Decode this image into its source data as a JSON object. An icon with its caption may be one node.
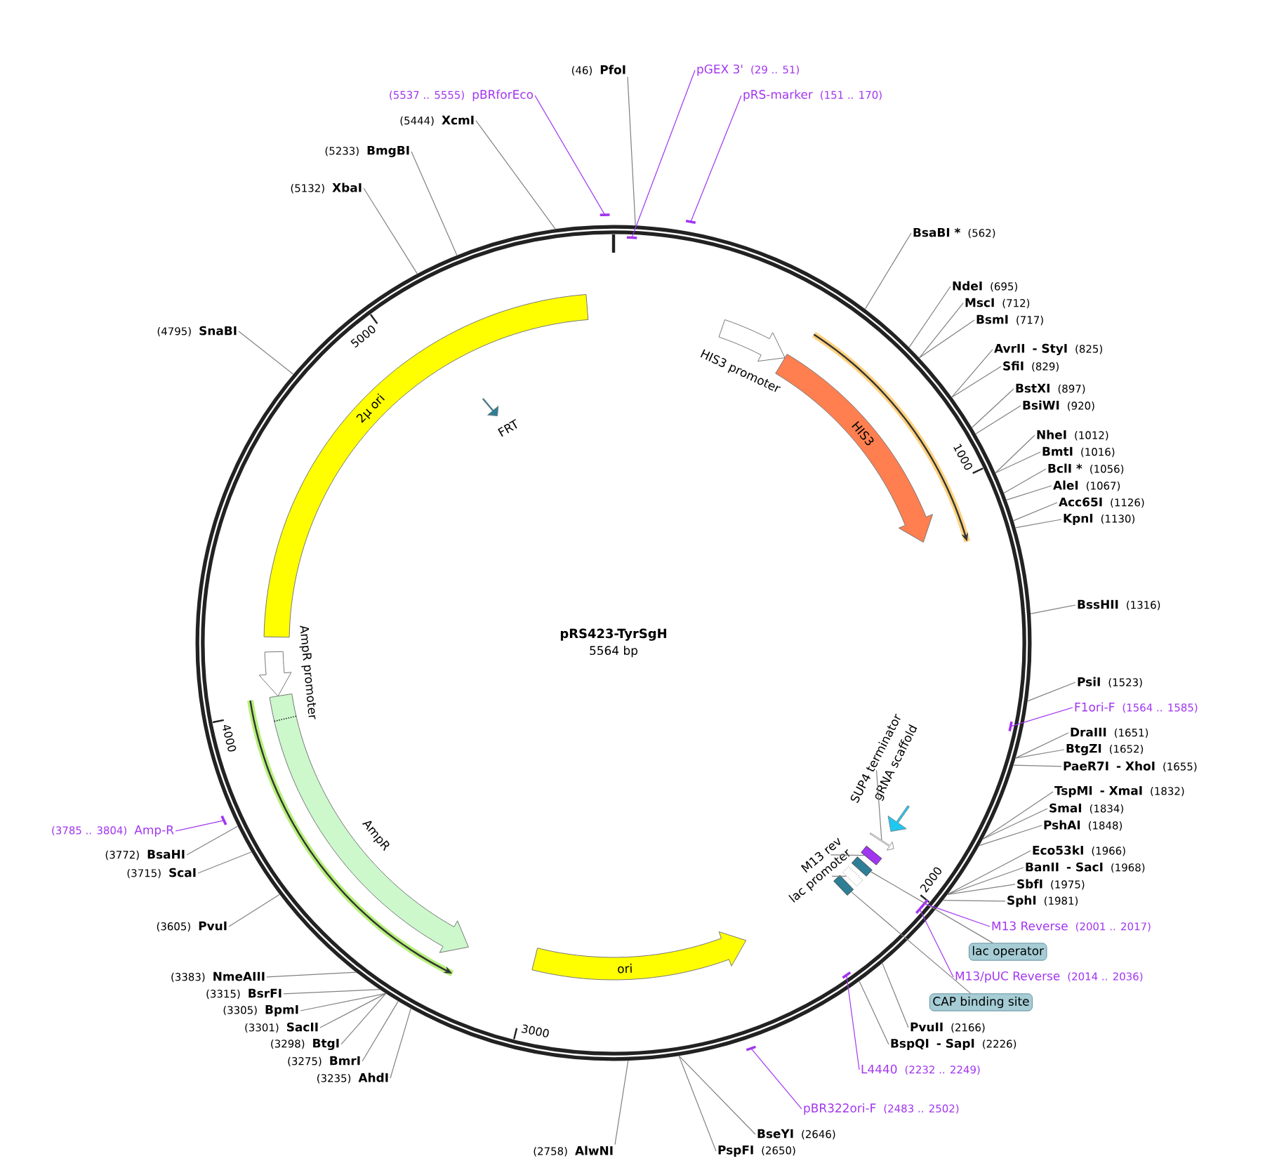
{
  "diagram": {
    "nodes": [
      {
        "text": [
          "pRS423-TyrSgH",
          "5564 bp"
        ]
      },
      {
        "text": [
          "HIS3 promoter"
        ],
        "in": 0
      },
      {
        "text": [
          "HIS3"
        ],
        "in": 0
      },
      {
        "text": [
          "FRT"
        ],
        "in": 0
      },
      {
        "text": [
          "2μ ori"
        ],
        "in": 0
      },
      {
        "text": [
          "AmpR promoter"
        ],
        "in": 0
      },
      {
        "text": [
          "AmpR"
        ],
        "in": 0
      },
      {
        "text": [
          "ori"
        ],
        "in": 0
      },
      {
        "text": [
          "gRNA scaffold"
        ],
        "in": 0
      },
      {
        "text": [
          "SUP4 terminator"
        ],
        "in": 0
      },
      {
        "text": [],
        "shape": "arrow",
        "in": 0
      },
      {
        "text": [
          "M13 rev"
        ],
        "in": 0
      },
      {
        "text": [],
        "shape": "box",
        "in": 0
      },
      {
        "text": [
          "lac promoter"
        ],
        "in": 0
      },
      {
        "text": [],
        "shape": "box",
        "in": 0
      },
      {
        "text": [],
        "shape": "box",
        "in": 0
      },
      {
        "text": [],
        "shape": "box",
        "in": 0
      },
      {
        "text": [
          "lac operator"
        ]
      },
      {
        "text": [
          "CAP binding site"
        ]
      },
      {
        "text": [
          "(46)",
          "PfoI"
        ]
      },
      {
        "text": [
          "pGEX 3'",
          "(29 .. 51)"
        ]
      },
      {
        "text": [
          "(5537 .. 5555)",
          "pBRforEco"
        ]
      },
      {
        "text": [
          "(5444)",
          "XcmI"
        ]
      },
      {
        "text": [
          "pRS-marker",
          "(151 .. 170)"
        ]
      },
      {
        "text": [
          "(5233)",
          "BmgBI"
        ]
      },
      {
        "text": [
          "(5132)",
          "XbaI"
        ]
      },
      {
        "text": [
          "(4795)",
          "SnaBI"
        ]
      },
      {
        "text": [
          "BsaBI *",
          "(562)"
        ]
      },
      {
        "text": [
          "NdeI",
          "(695)"
        ]
      },
      {
        "text": [
          "MscI",
          "(712)"
        ]
      },
      {
        "text": [
          "BsmI",
          "(717)"
        ]
      },
      {
        "text": [
          "AvrII",
          "- StyI",
          "(825)"
        ]
      },
      {
        "text": [
          "SfiI",
          "(829)"
        ]
      },
      {
        "text": [
          "BstXI",
          "(897)"
        ]
      },
      {
        "text": [
          "BsiWI",
          "(920)"
        ]
      },
      {
        "text": [
          "NheI",
          "(1012)"
        ]
      },
      {
        "text": [
          "BmtI",
          "(1016)"
        ]
      },
      {
        "text": [
          "BclI *",
          "(1056)"
        ]
      },
      {
        "text": [
          "AleI",
          "(1067)"
        ]
      },
      {
        "text": [
          "Acc65I",
          "(1126)"
        ]
      },
      {
        "text": [
          "KpnI",
          "(1130)"
        ]
      },
      {
        "text": [
          "BssHII",
          "(1316)"
        ]
      },
      {
        "text": [
          "PsiI",
          "(1523)"
        ]
      },
      {
        "text": [
          "F1ori-F",
          "(1564 .. 1585)"
        ]
      },
      {
        "text": [
          "DraIII",
          "(1651)"
        ]
      },
      {
        "text": [
          "BtgZI",
          "(1652)"
        ]
      },
      {
        "text": [
          "PaeR7I",
          "- XhoI",
          "(1655)"
        ]
      },
      {
        "text": [
          "TspMI",
          "- XmaI",
          "(1832)"
        ]
      },
      {
        "text": [
          "SmaI",
          "(1834)"
        ]
      },
      {
        "text": [
          "PshAI",
          "(1848)"
        ]
      },
      {
        "text": [
          "Eco53kI",
          "(1966)"
        ]
      },
      {
        "text": [
          "BanII",
          "- SacI",
          "(1968)"
        ]
      },
      {
        "text": [
          "SbfI",
          "(1975)"
        ]
      },
      {
        "text": [
          "SphI",
          "(1981)"
        ]
      },
      {
        "text": [
          "M13 Reverse",
          "(2001 .. 2017)"
        ]
      },
      {
        "text": [
          "M13/pUC Reverse",
          "(2014 .. 2036)"
        ]
      },
      {
        "text": [
          "PvuII",
          "(2166)"
        ]
      },
      {
        "text": [
          "BspQI",
          "- SapI",
          "(2226)"
        ]
      },
      {
        "text": [
          "L4440",
          "(2232 .. 2249)"
        ]
      },
      {
        "text": [
          "pBR322ori-F",
          "(2483 .. 2502)"
        ]
      },
      {
        "text": [
          "BseYI",
          "(2646)"
        ]
      },
      {
        "text": [
          "PspFI",
          "(2650)"
        ]
      },
      {
        "text": [
          "(2758)",
          "AlwNI"
        ]
      },
      {
        "text": [
          "(3785 .. 3804)",
          "Amp-R"
        ]
      },
      {
        "text": [
          "(3772)",
          "BsaHI"
        ]
      },
      {
        "text": [
          "(3715)",
          "ScaI"
        ]
      },
      {
        "text": [
          "(3605)",
          "PvuI"
        ]
      },
      {
        "text": [
          "(3383)",
          "NmeAIII"
        ]
      },
      {
        "text": [
          "(3315)",
          "BsrFI"
        ]
      },
      {
        "text": [
          "(3305)",
          "BpmI"
        ]
      },
      {
        "text": [
          "(3301)",
          "SacII"
        ]
      },
      {
        "text": [
          "(3298)",
          "BtgI"
        ]
      },
      {
        "text": [
          "(3275)",
          "BmrI"
        ]
      },
      {
        "text": [
          "(3235)",
          "AhdI"
        ]
      }
    ],
    "edges": [
      {
        "from": 9,
        "to": 10,
        "arrow": "none"
      },
      {
        "from": 11,
        "to": 12,
        "arrow": "none"
      },
      {
        "from": 13,
        "to": 14,
        "arrow": "none"
      },
      {
        "from": 17,
        "to": 15,
        "arrow": "none"
      },
      {
        "from": 18,
        "to": 16,
        "arrow": "none"
      },
      {
        "from": 19,
        "to": 0,
        "arrow": "none"
      },
      {
        "from": 20,
        "to": 0,
        "arrow": "none",
        "color": "#a235f0"
      },
      {
        "from": 21,
        "to": 0,
        "arrow": "none",
        "color": "#a235f0"
      },
      {
        "from": 22,
        "to": 0,
        "arrow": "none"
      },
      {
        "from": 23,
        "to": 0,
        "arrow": "none",
        "color": "#a235f0"
      },
      {
        "from": 24,
        "to": 0,
        "arrow": "none"
      },
      {
        "from": 25,
        "to": 0,
        "arrow": "none"
      },
      {
        "from": 26,
        "to": 0,
        "arrow": "none"
      },
      {
        "from": 27,
        "to": 0,
        "arrow": "none"
      },
      {
        "from": 28,
        "to": 0,
        "arrow": "none"
      },
      {
        "from": 29,
        "to": 0,
        "arrow": "none"
      },
      {
        "from": 30,
        "to": 0,
        "arrow": "none"
      },
      {
        "from": 31,
        "to": 0,
        "arrow": "none"
      },
      {
        "from": 32,
        "to": 0,
        "arrow": "none"
      },
      {
        "from": 33,
        "to": 0,
        "arrow": "none"
      },
      {
        "from": 34,
        "to": 0,
        "arrow": "none"
      },
      {
        "from": 35,
        "to": 0,
        "arrow": "none"
      },
      {
        "from": 36,
        "to": 0,
        "arrow": "none"
      },
      {
        "from": 37,
        "to": 0,
        "arrow": "none"
      },
      {
        "from": 38,
        "to": 0,
        "arrow": "none"
      },
      {
        "from": 39,
        "to": 0,
        "arrow": "none"
      },
      {
        "from": 40,
        "to": 0,
        "arrow": "none"
      },
      {
        "from": 41,
        "to": 0,
        "arrow": "none"
      },
      {
        "from": 42,
        "to": 0,
        "arrow": "none"
      },
      {
        "from": 43,
        "to": 0,
        "arrow": "none",
        "color": "#a235f0"
      },
      {
        "from": 44,
        "to": 0,
        "arrow": "none"
      },
      {
        "from": 45,
        "to": 0,
        "arrow": "none"
      },
      {
        "from": 46,
        "to": 0,
        "arrow": "none"
      },
      {
        "from": 47,
        "to": 0,
        "arrow": "none"
      },
      {
        "from": 48,
        "to": 0,
        "arrow": "none"
      },
      {
        "from": 49,
        "to": 0,
        "arrow": "none"
      },
      {
        "from": 50,
        "to": 0,
        "arrow": "none"
      },
      {
        "from": 51,
        "to": 0,
        "arrow": "none"
      },
      {
        "from": 52,
        "to": 0,
        "arrow": "none"
      },
      {
        "from": 53,
        "to": 0,
        "arrow": "none"
      },
      {
        "from": 54,
        "to": 0,
        "arrow": "none",
        "color": "#a235f0"
      },
      {
        "from": 55,
        "to": 0,
        "arrow": "none",
        "color": "#a235f0"
      },
      {
        "from": 56,
        "to": 0,
        "arrow": "none"
      },
      {
        "from": 57,
        "to": 0,
        "arrow": "none"
      },
      {
        "from": 58,
        "to": 0,
        "arrow": "none",
        "color": "#a235f0"
      },
      {
        "from": 59,
        "to": 0,
        "arrow": "none",
        "color": "#a235f0"
      },
      {
        "from": 60,
        "to": 0,
        "arrow": "none"
      },
      {
        "from": 61,
        "to": 0,
        "arrow": "none"
      },
      {
        "from": 62,
        "to": 0,
        "arrow": "none"
      },
      {
        "from": 63,
        "to": 0,
        "arrow": "none",
        "color": "#a235f0"
      },
      {
        "from": 64,
        "to": 0,
        "arrow": "none"
      },
      {
        "from": 65,
        "to": 0,
        "arrow": "none"
      },
      {
        "from": 66,
        "to": 0,
        "arrow": "none"
      },
      {
        "from": 67,
        "to": 0,
        "arrow": "none"
      },
      {
        "from": 68,
        "to": 0,
        "arrow": "none"
      },
      {
        "from": 69,
        "to": 0,
        "arrow": "none"
      },
      {
        "from": 70,
        "to": 0,
        "arrow": "none"
      },
      {
        "from": 71,
        "to": 0,
        "arrow": "none"
      },
      {
        "from": 72,
        "to": 0,
        "arrow": "none"
      },
      {
        "from": 73,
        "to": 0,
        "arrow": "none"
      }
    ],
    "labels": [
      "1000",
      "2000",
      "3000",
      "4000",
      "5000"
    ]
  }
}
